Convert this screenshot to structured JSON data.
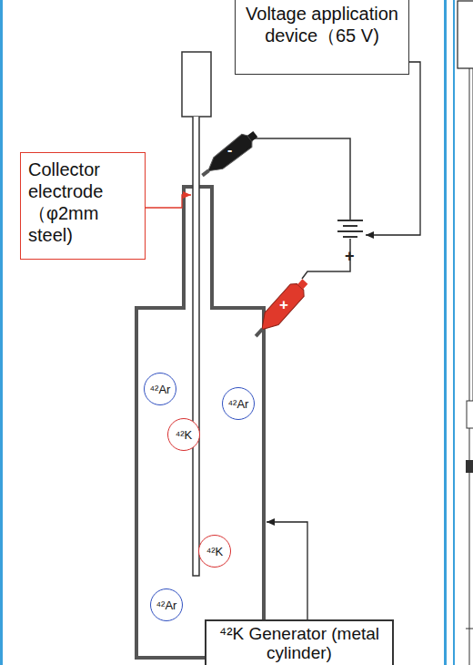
{
  "diagram": {
    "nodes": [
      {
        "text": [
          "Voltage application device（65 V)"
        ]
      },
      {
        "text": [
          "Collector electrode （φ2mm steel)"
        ]
      },
      {
        "text": [
          "⁴²Ar"
        ]
      },
      {
        "text": [
          "⁴²Ar"
        ]
      },
      {
        "text": [
          "⁴²K"
        ]
      },
      {
        "text": [
          "⁴²K"
        ]
      },
      {
        "text": [
          "⁴²Ar"
        ]
      },
      {
        "text": [
          "⁴²K Generator (metal cylinder)"
        ]
      }
    ],
    "labels": [
      "-",
      "+",
      "+"
    ]
  }
}
